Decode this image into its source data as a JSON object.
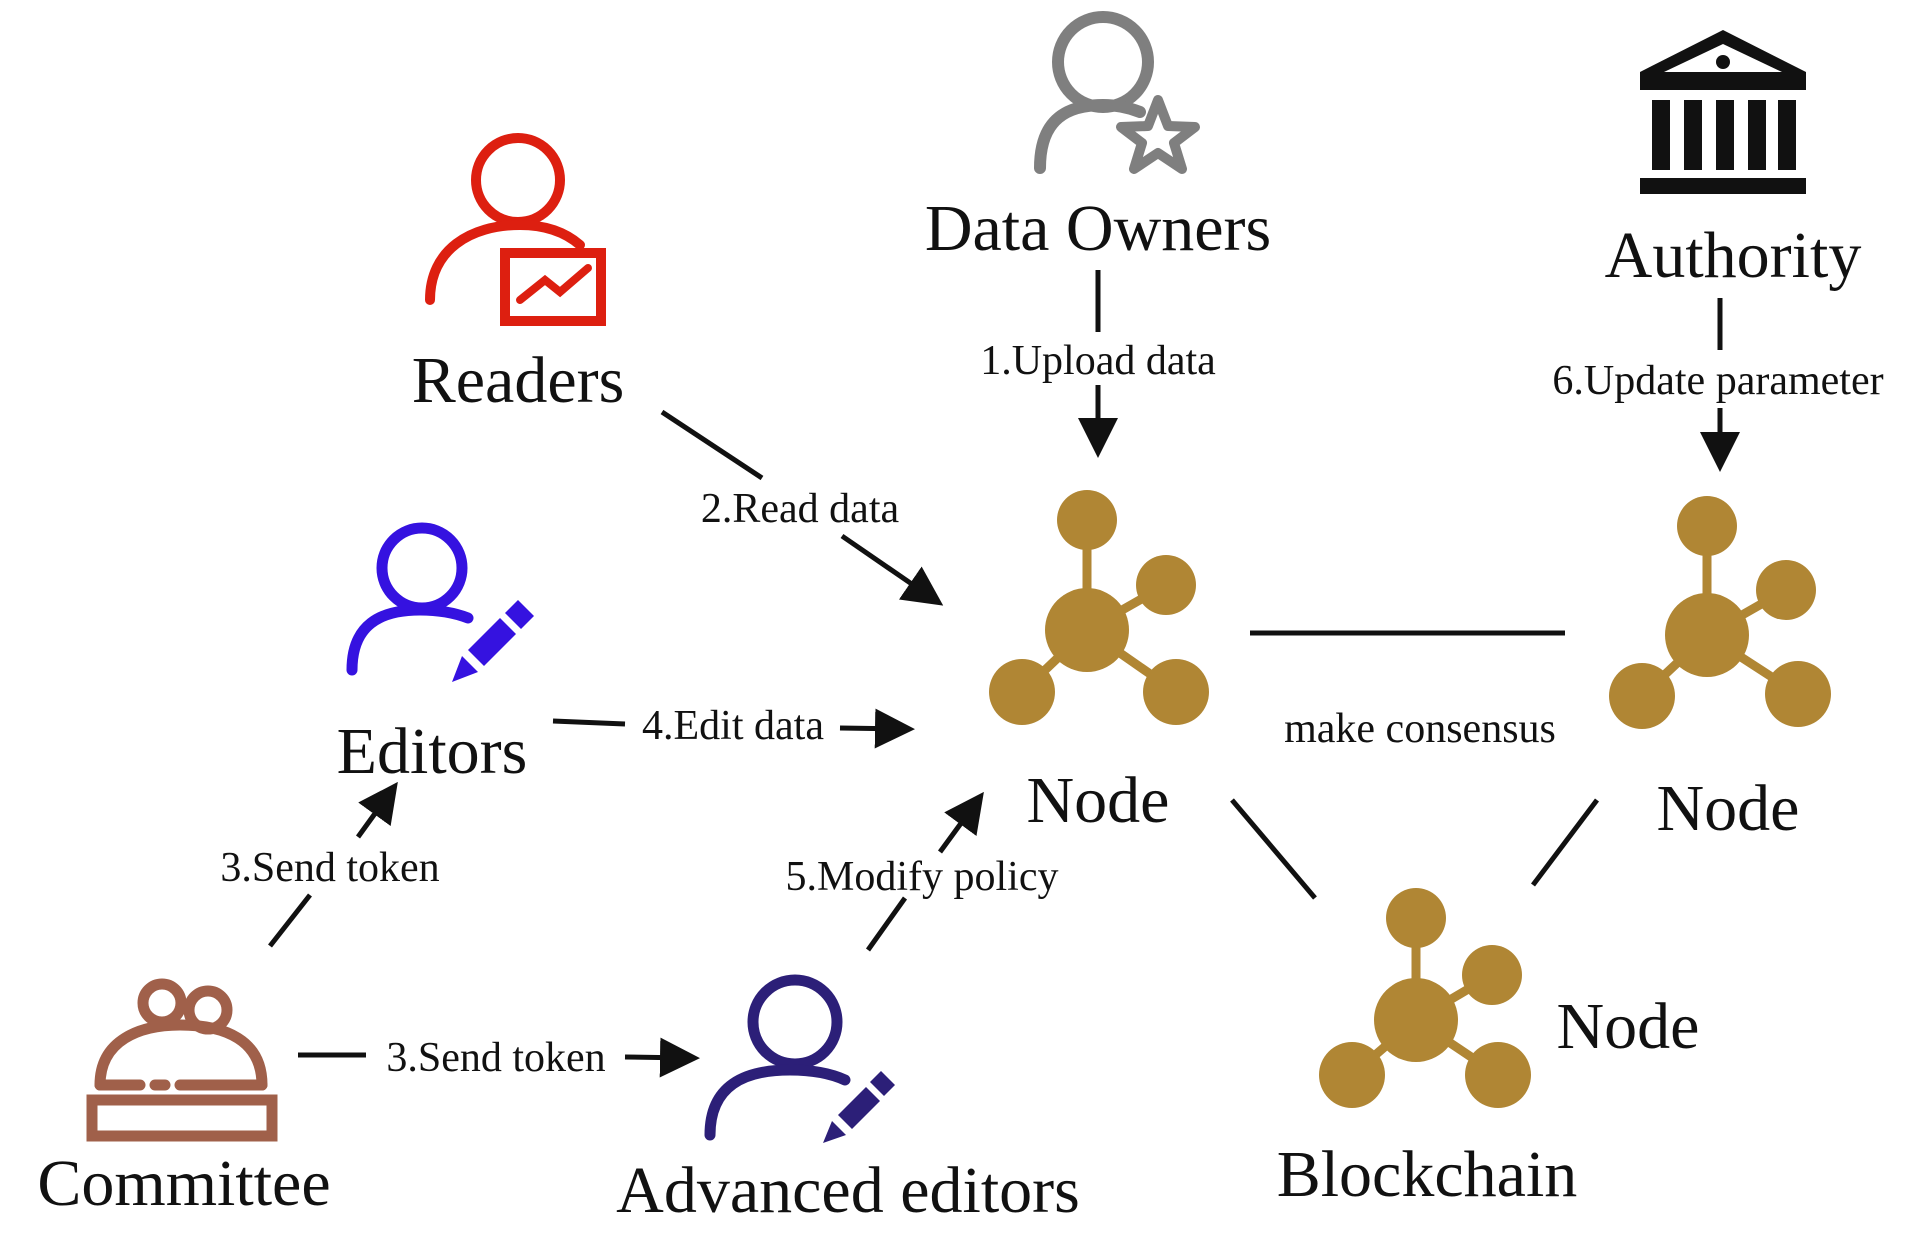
{
  "actors": {
    "readers": "Readers",
    "data_owners": "Data Owners",
    "authority": "Authority",
    "editors": "Editors",
    "committee": "Committee",
    "advanced_editors": "Advanced editors"
  },
  "nodes": {
    "main": "Node",
    "right": "Node",
    "blockchain": "Node"
  },
  "blockchain_label": "Blockchain",
  "edges": {
    "upload": "1.Upload data",
    "read": "2.Read data",
    "send_token_editors": "3.Send token",
    "send_token_advanced": "3.Send token",
    "edit": "4.Edit data",
    "modify": "5.Modify policy",
    "update": "6.Update parameter",
    "consensus": "make consensus"
  },
  "colors": {
    "readers": "#dd1f10",
    "data_owners": "#7f7f7f",
    "authority": "#111111",
    "editors": "#3512e0",
    "advanced_editors": "#2c1f78",
    "committee": "#a0604a",
    "node": "#b08634"
  }
}
